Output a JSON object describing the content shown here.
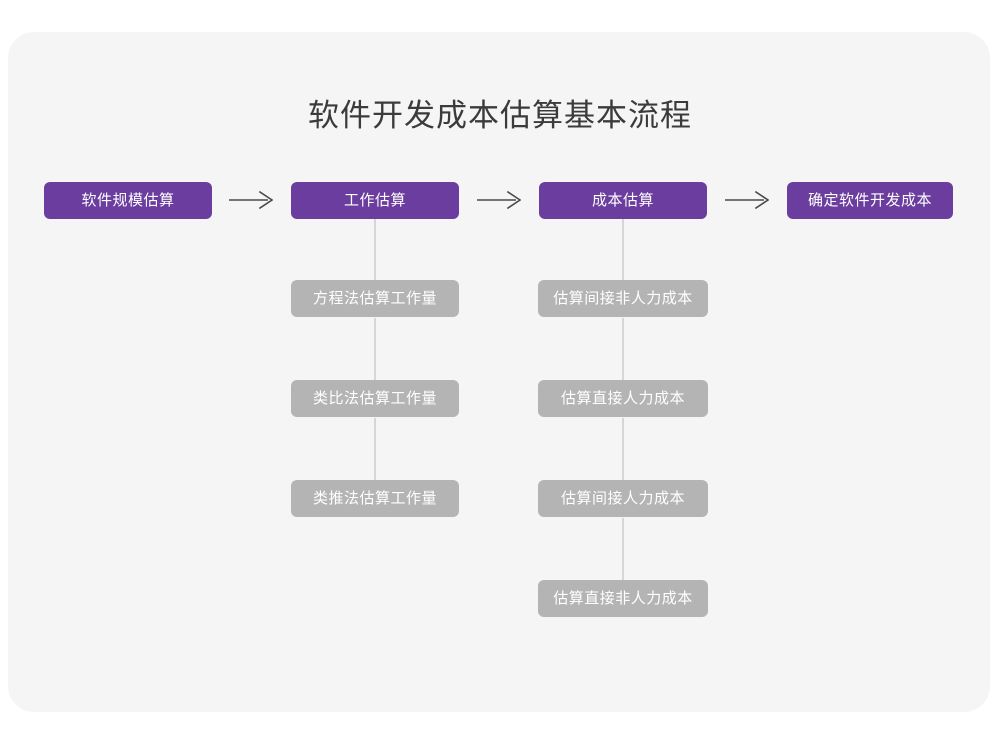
{
  "page": {
    "title": "软件开发成本估算基本流程",
    "background_color": "#ffffff",
    "card_color": "#f5f5f5",
    "primary_color": "#6b3d9e",
    "secondary_color": "#b4b4b4",
    "connector_color": "#d6d6d6",
    "arrow_color": "#4a4a4a",
    "title_color": "#3b3b3b"
  },
  "chart_data": {
    "type": "diagram",
    "title": "软件开发成本估算基本流程",
    "layout": "horizontal-flow-with-vertical-substeps",
    "main_flow": [
      {
        "id": "step1",
        "label": "软件规模估算",
        "substeps": []
      },
      {
        "id": "step2",
        "label": "工作估算",
        "substeps": [
          "方程法估算工作量",
          "类比法估算工作量",
          "类推法估算工作量"
        ]
      },
      {
        "id": "step3",
        "label": "成本估算",
        "substeps": [
          "估算间接非人力成本",
          "估算直接人力成本",
          "估算间接人力成本",
          "估算直接非人力成本"
        ]
      },
      {
        "id": "step4",
        "label": "确定软件开发成本",
        "substeps": []
      }
    ],
    "connectors": [
      {
        "from": "step1",
        "to": "step2",
        "kind": "arrow",
        "glyph": "→"
      },
      {
        "from": "step2",
        "to": "step3",
        "kind": "arrow",
        "glyph": "→"
      },
      {
        "from": "step3",
        "to": "step4",
        "kind": "arrow",
        "glyph": "→"
      }
    ]
  },
  "flow": {
    "step1": {
      "label": "软件规模估算"
    },
    "step2": {
      "label": "工作估算"
    },
    "step3": {
      "label": "成本估算"
    },
    "step4": {
      "label": "确定软件开发成本"
    }
  },
  "work_estimation_methods": [
    {
      "label": "方程法估算工作量"
    },
    {
      "label": "类比法估算工作量"
    },
    {
      "label": "类推法估算工作量"
    }
  ],
  "cost_estimation_items": [
    {
      "label": "估算间接非人力成本"
    },
    {
      "label": "估算直接人力成本"
    },
    {
      "label": "估算间接人力成本"
    },
    {
      "label": "估算直接非人力成本"
    }
  ]
}
